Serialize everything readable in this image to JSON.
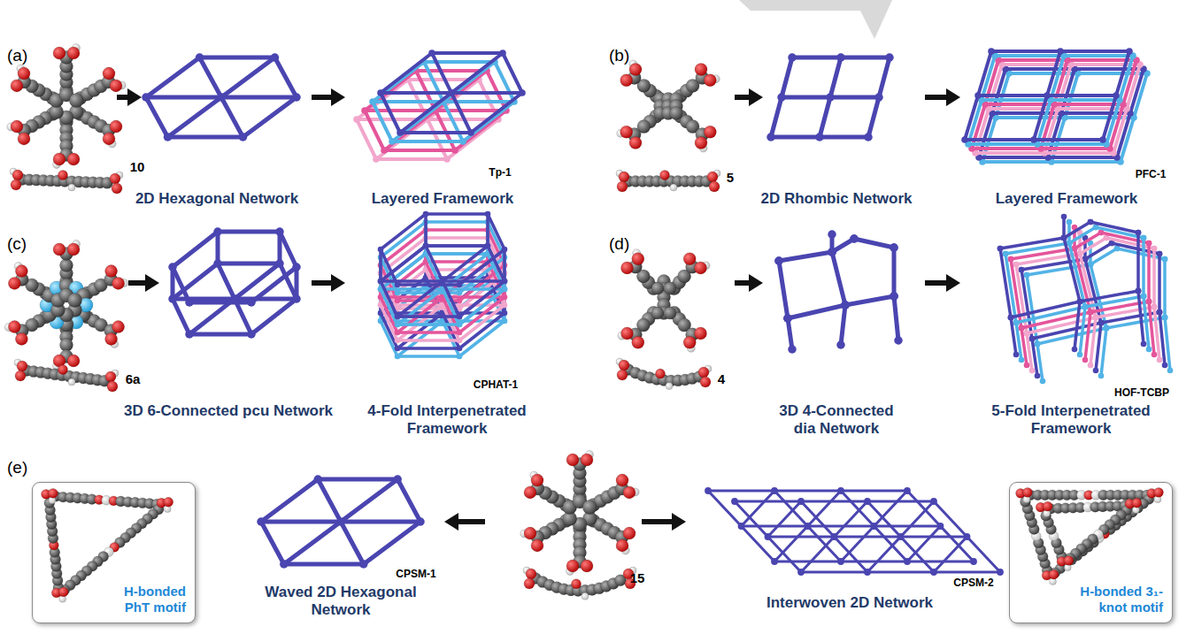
{
  "diagram": {
    "nodes": [
      {
        "text": [
          "H-bonded PhT motif"
        ]
      },
      {
        "text": [
          "H-bonded 3₁-knot motif"
        ]
      }
    ],
    "labels": [
      "(a)",
      "10",
      "2D Hexagonal Network",
      "Layered Framework",
      "Tp-1",
      "(b)",
      "5",
      "2D Rhombic Network",
      "Layered Framework",
      "PFC-1",
      "(c)",
      "6a",
      "3D 6-Connected pcu Network",
      "4-Fold Interpenetrated Framework",
      "CPHAT-1",
      "(d)",
      "4",
      "3D 4-Connected dia Network",
      "5-Fold Interpenetrated Framework",
      "HOF-TCBP",
      "(e)",
      "Waved 2D Hexagonal Network",
      "CPSM-1",
      "15",
      "Interwoven 2D Network",
      "CPSM-2"
    ]
  }
}
